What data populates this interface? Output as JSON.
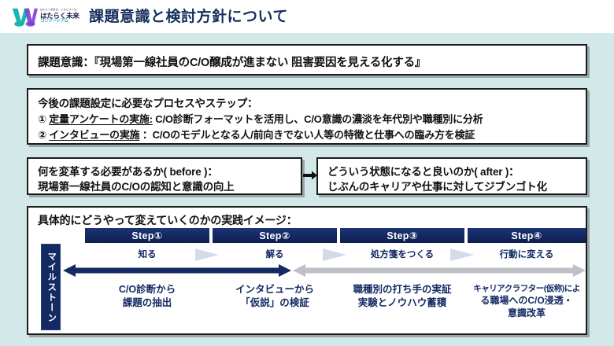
{
  "header": {
    "logo": {
      "tagline": "はたらく未来を、ともにつくる。",
      "name": "はたらく未来",
      "sub": "コンソーシアム",
      "mark_icon": "w-logo-icon",
      "mark_colors": [
        "#19b6ad",
        "#7b3fd4"
      ]
    },
    "title": "課題意識と検討方針について"
  },
  "issue_box": {
    "text": "課題意識：『現場第一線社員のC/O醸成が進まない 阻害要因を見える化する』"
  },
  "process_box": {
    "heading": "今後の課題設定に必要なプロセスやステップ：",
    "items": [
      {
        "marker": "①",
        "label": "定量アンケートの実施:",
        "detail": "C/O診断フォーマットを活用し、C/O意識の濃淡を年代別や職種別に分析"
      },
      {
        "marker": "②",
        "label": "インタビューの実施",
        "detail": "：C/Oのモデルとなる人/前向きでない人等の特徴と仕事への臨み方を検証"
      }
    ]
  },
  "before_box": {
    "line1": "何を変革する必要があるか( before )：",
    "line2": "現場第一線社員のC/Oの認知と意識の向上"
  },
  "after_box": {
    "line1": "どういう状態になると良いのか( after )：",
    "line2": "じぶんのキャリアや仕事に対してジブンゴト化"
  },
  "connector_icon": "right-arrow-icon",
  "practice_box": {
    "heading": "具体的にどうやって変えていくのかの実践イメージ：",
    "milestone_label": "マイルストーン",
    "steps": [
      {
        "bar": "Step①",
        "milestone": "知る",
        "desc_line1": "C/O診断から",
        "desc_line2": "課題の抽出",
        "desc_line3": ""
      },
      {
        "bar": "Step②",
        "milestone": "解る",
        "desc_line1": "インタビューから",
        "desc_line2": "「仮説」の検証",
        "desc_line3": ""
      },
      {
        "bar": "Step③",
        "milestone": "処方箋をつくる",
        "desc_line1": "職種別の打ち手の実証",
        "desc_line2": "実験とノウハウ蓄積",
        "desc_line3": ""
      },
      {
        "bar": "Step④",
        "milestone": "行動に変える",
        "desc_line1": "キャリアクラフター(仮称)によ",
        "desc_line2": "る職場へのC/O浸透・",
        "desc_line3": "意識改革"
      }
    ],
    "arrows": [
      {
        "name": "navy-double-arrow",
        "color": "#132a63"
      },
      {
        "name": "gray-double-arrow",
        "color": "#bfbfc6"
      }
    ],
    "chevron_icon": "chevron-right-icon"
  },
  "colors": {
    "background": "#d2e8e9",
    "navy": "#132a63",
    "title": "#16305c",
    "gray_arrow": "#bfbfc6"
  }
}
